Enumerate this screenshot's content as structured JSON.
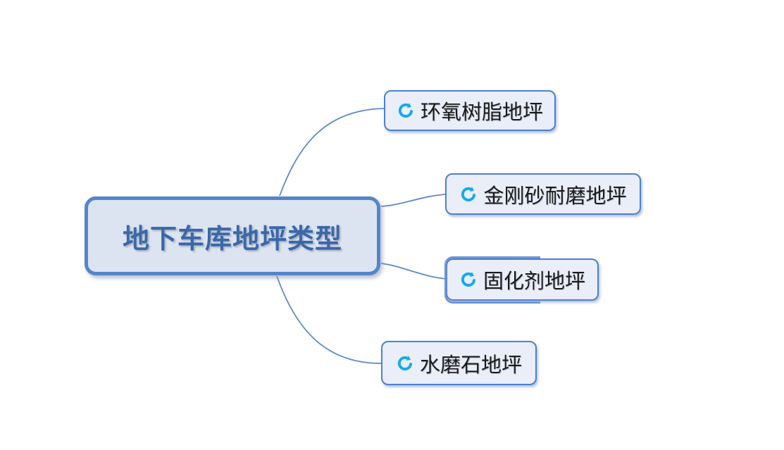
{
  "diagram": {
    "type": "mindmap",
    "root_topic": {
      "label": "地下车库地坪类型"
    },
    "subtopics": [
      {
        "label": "环氧树脂地坪",
        "icon": "refresh-marker-icon"
      },
      {
        "label": "金刚砂耐磨地坪",
        "icon": "refresh-marker-icon"
      },
      {
        "label": "固化剂地坪",
        "icon": "refresh-marker-icon"
      },
      {
        "label": "水磨石地坪",
        "icon": "refresh-marker-icon"
      }
    ]
  },
  "colors": {
    "canvas-bg": "#ffffff",
    "root-border": "#5585c8",
    "root-fill": "#dce4f1",
    "root-text": "#3a68a8",
    "branch-border": "#4b80d1",
    "branch-fill": "#e9eef8",
    "branch-text": "#1b1b1b",
    "icon-color": "#12a9f0",
    "connector": "#5d89cc"
  }
}
